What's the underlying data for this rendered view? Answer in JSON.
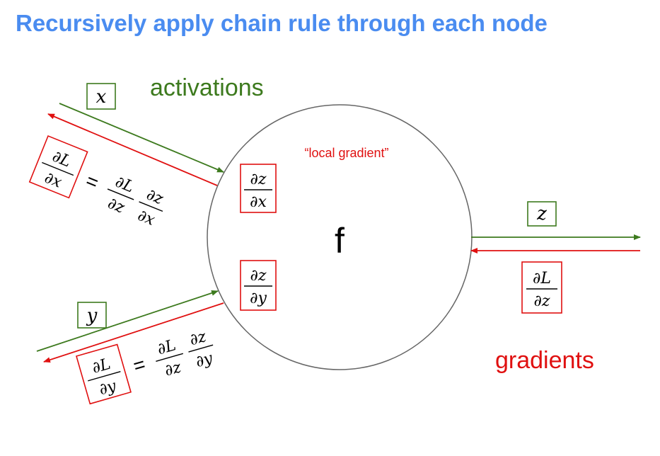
{
  "title": "Recursively apply chain rule through each node",
  "labels": {
    "activations": "activations",
    "gradients": "gradients",
    "local_gradient": "“local gradient”",
    "node": "f"
  },
  "inputs": {
    "x": "x",
    "y": "y",
    "z": "z"
  },
  "math": {
    "partial": "∂",
    "L": "L",
    "equals": "="
  },
  "colors": {
    "title": "#4a8cf0",
    "activation": "#3d7a1e",
    "gradient": "#e01010",
    "circle": "#666666"
  }
}
